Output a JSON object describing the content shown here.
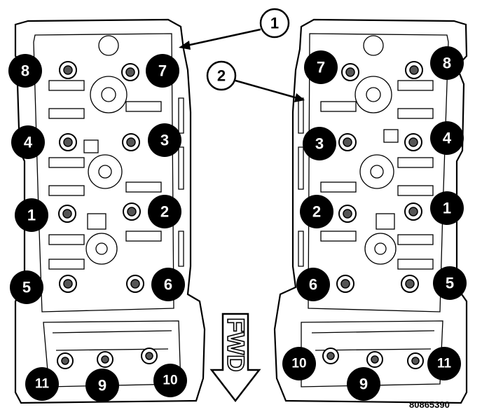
{
  "callouts": [
    "1",
    "2"
  ],
  "left_head": {
    "bolt_labels": [
      "8",
      "7",
      "4",
      "3",
      "1",
      "2",
      "5",
      "6",
      "11",
      "9",
      "10"
    ]
  },
  "right_head": {
    "bolt_labels": [
      "7",
      "8",
      "3",
      "4",
      "2",
      "1",
      "6",
      "5",
      "10",
      "9",
      "11"
    ]
  },
  "forward_label": "FWD",
  "figure_id": "80865390"
}
